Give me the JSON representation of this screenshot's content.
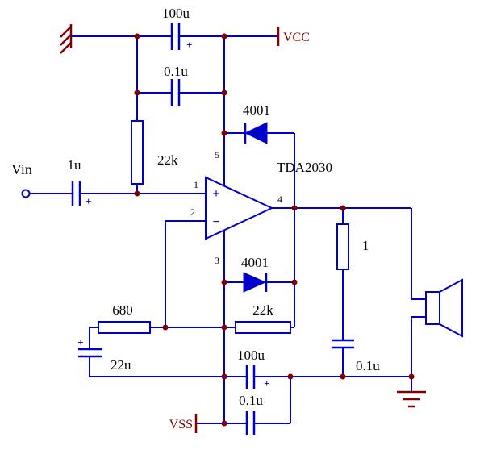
{
  "colors": {
    "wire": "#0000cd",
    "junction_dot": "#800000",
    "power_symbol": "#800000",
    "label_text": "#000000",
    "background": "#ffffff"
  },
  "power": {
    "vcc": "VCC",
    "vss": "VSS"
  },
  "input": {
    "label": "Vin"
  },
  "ic": {
    "name": "TDA2030",
    "plus": "+",
    "minus": "−",
    "pins": {
      "p1": "1",
      "p2": "2",
      "p3": "3",
      "p4": "4",
      "p5": "5"
    }
  },
  "components": {
    "cap_100u_top": {
      "value": "100u",
      "polarity": "+"
    },
    "cap_01u_top": {
      "value": "0.1u"
    },
    "res_22k_bias": {
      "value": "22k"
    },
    "cap_1u_input": {
      "value": "1u",
      "polarity": "+"
    },
    "diode_top": {
      "value": "4001"
    },
    "diode_bottom": {
      "value": "4001"
    },
    "res_680": {
      "value": "680"
    },
    "res_22k_fb": {
      "value": "22k"
    },
    "cap_22u": {
      "value": "22u",
      "polarity": "+"
    },
    "cap_100u_bottom": {
      "value": "100u",
      "polarity": "+"
    },
    "cap_01u_bottom": {
      "value": "0.1u"
    },
    "res_1_zobel": {
      "value": "1"
    },
    "cap_01u_zobel": {
      "value": "0.1u"
    }
  }
}
